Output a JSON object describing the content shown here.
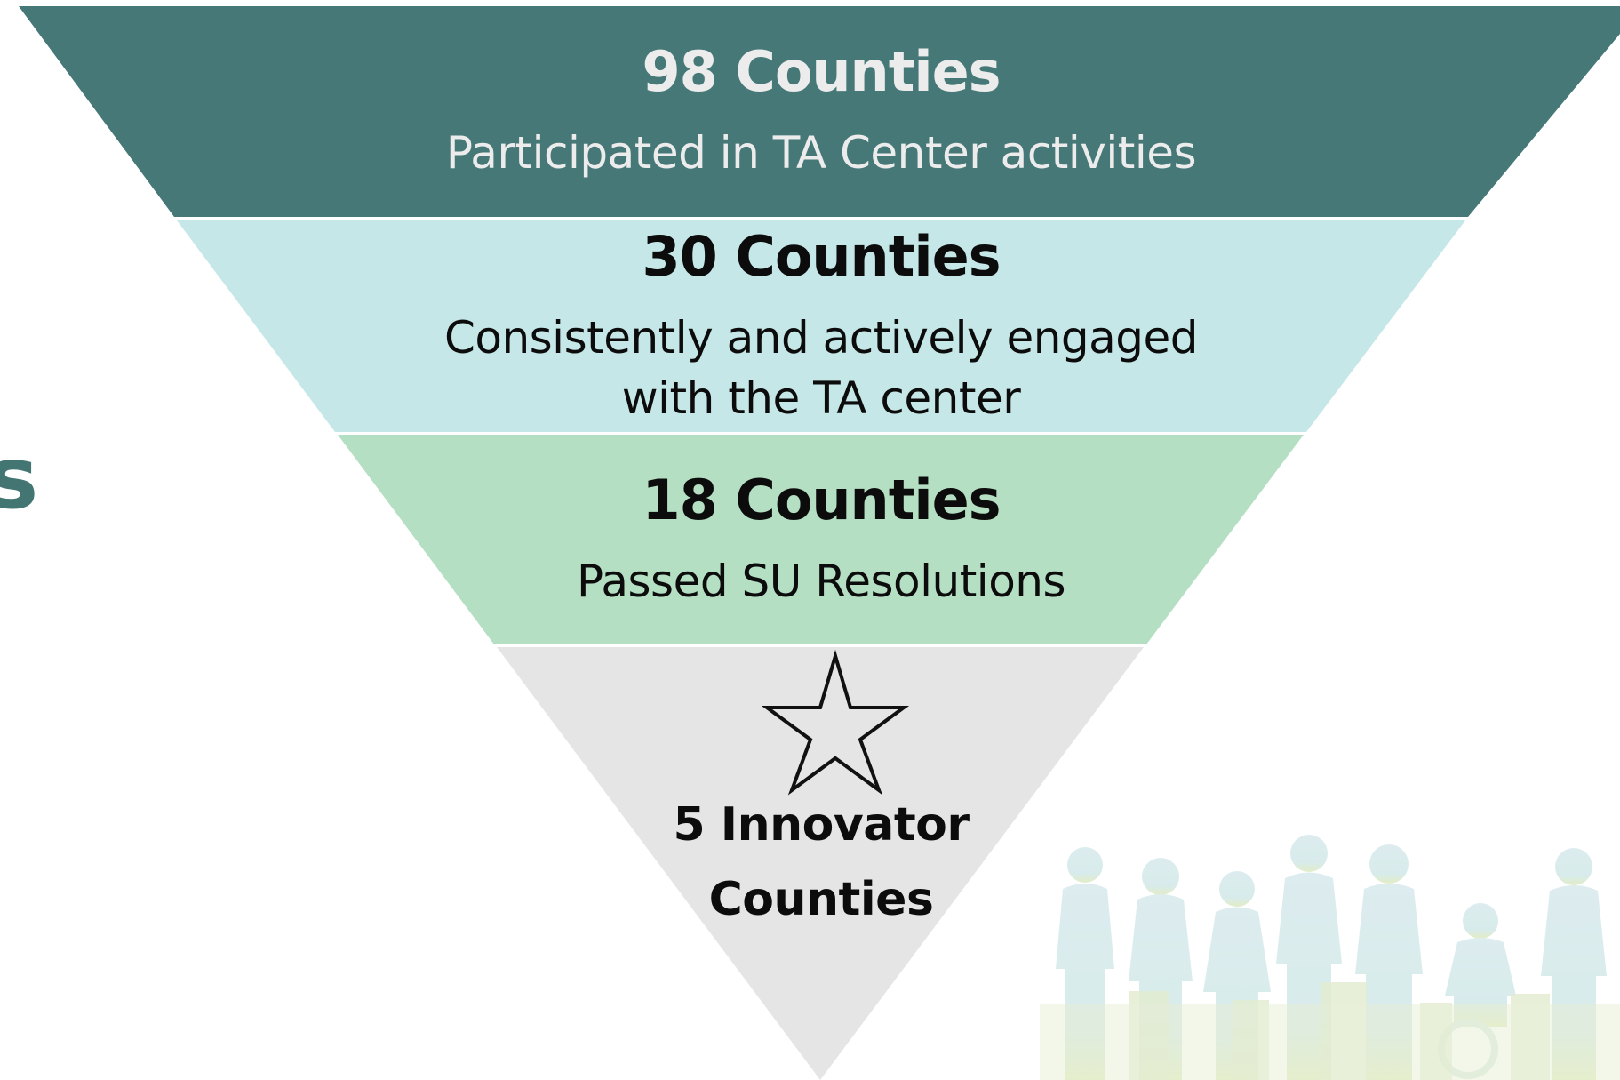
{
  "funnel": {
    "levels": [
      {
        "count": "98 Counties",
        "description": [
          "Participated in TA Center activities"
        ],
        "fill": "#457877",
        "text_color": "#ececec"
      },
      {
        "count": "30 Counties",
        "description": [
          "Consistently and actively engaged",
          "with the TA center"
        ],
        "fill": "#c6e7e7",
        "text_color": "#0c0c0c"
      },
      {
        "count": "18 Counties",
        "description": [
          "Passed SU Resolutions"
        ],
        "fill": "#b5dfc3",
        "text_color": "#0c0c0c"
      },
      {
        "label": [
          "5 Innovator",
          "Counties"
        ],
        "fill": "#e5e5e5",
        "text_color": "#0c0c0c",
        "icon": "star-outline-icon"
      }
    ]
  },
  "edge_text": "s",
  "decoration": {
    "icon": "people-silhouette-illustration",
    "colors": [
      "#d7ebee",
      "#e4ecc8"
    ]
  }
}
